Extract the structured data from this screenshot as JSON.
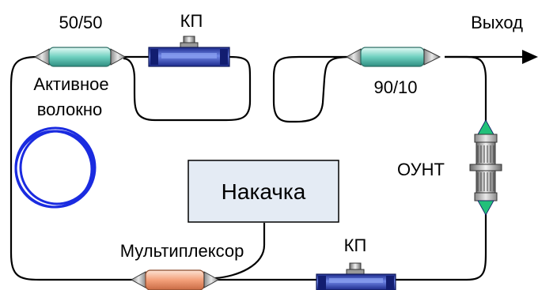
{
  "labels": {
    "coupler_5050": "50/50",
    "pc_top": "КП",
    "output": "Выход",
    "active_fiber_line1": "Активное",
    "active_fiber_line2": "волокно",
    "coupler_9010": "90/10",
    "ounc": "ОУНТ",
    "pump": "Накачка",
    "multiplexer": "Мультиплексор",
    "pc_bottom": "КП"
  },
  "colors": {
    "fiber": "#000000",
    "coupler_body": "#6fd0c0",
    "pc_body": "#2f3fa8",
    "coil": "#1a2be0",
    "pump_box": "#e4ebf4",
    "mux_body": "#f3a07a",
    "ounc_tip": "#22c07a"
  }
}
